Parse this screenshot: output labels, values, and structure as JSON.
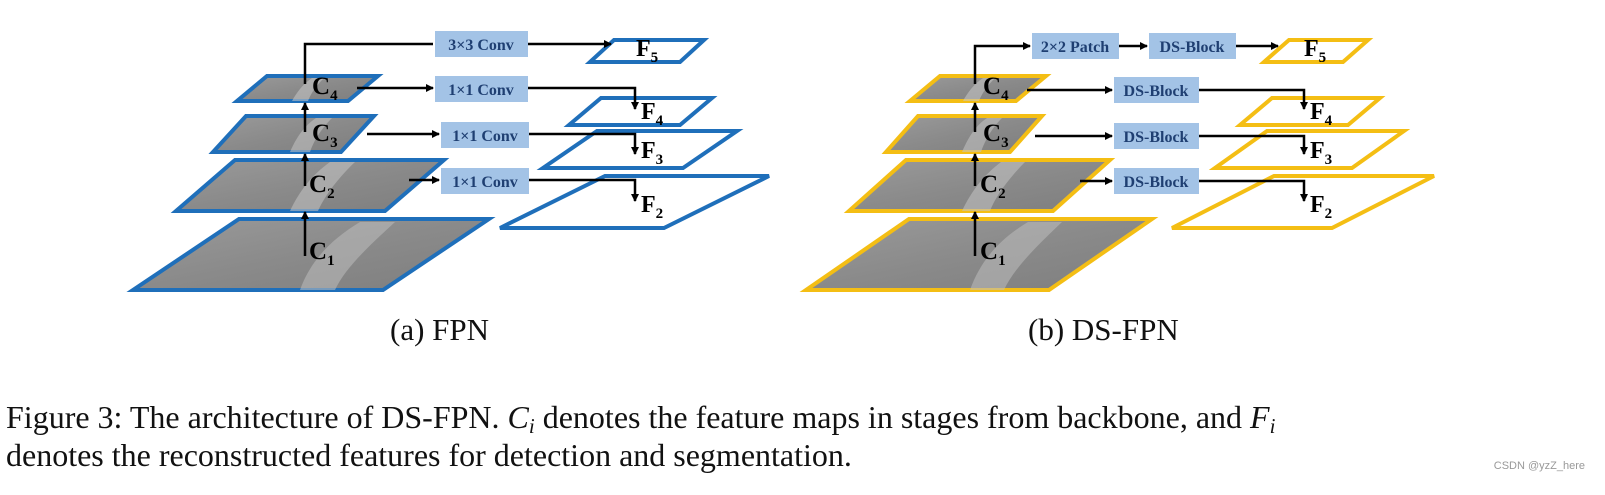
{
  "colors": {
    "fpn_border": "#1f6fba",
    "dsfpn_border": "#f4be14",
    "box_fill": "#a3c3e6",
    "box_text": "#1f3f72",
    "map_fill": "#8e8e8e",
    "arrow": "#000000"
  },
  "panel_a": {
    "caption": "(a) FPN",
    "c_labels": [
      {
        "letter": "C",
        "sub": "1"
      },
      {
        "letter": "C",
        "sub": "2"
      },
      {
        "letter": "C",
        "sub": "3"
      },
      {
        "letter": "C",
        "sub": "4"
      }
    ],
    "f_labels": [
      {
        "letter": "F",
        "sub": "2"
      },
      {
        "letter": "F",
        "sub": "3"
      },
      {
        "letter": "F",
        "sub": "4"
      },
      {
        "letter": "F",
        "sub": "5"
      }
    ],
    "boxes": [
      "3×3 Conv",
      "1×1 Conv",
      "1×1 Conv",
      "1×1 Conv"
    ]
  },
  "panel_b": {
    "caption": "(b) DS-FPN",
    "c_labels": [
      {
        "letter": "C",
        "sub": "1"
      },
      {
        "letter": "C",
        "sub": "2"
      },
      {
        "letter": "C",
        "sub": "3"
      },
      {
        "letter": "C",
        "sub": "4"
      }
    ],
    "f_labels": [
      {
        "letter": "F",
        "sub": "2"
      },
      {
        "letter": "F",
        "sub": "3"
      },
      {
        "letter": "F",
        "sub": "4"
      },
      {
        "letter": "F",
        "sub": "5"
      }
    ],
    "boxes": [
      "2×2 Patch",
      "DS-Block",
      "DS-Block",
      "DS-Block",
      "DS-Block"
    ]
  },
  "caption": {
    "prefix": "Figure 3: The architecture of DS-FPN. ",
    "sym1": "C",
    "sym1_sub": "i",
    "mid": " denotes the feature maps in stages from backbone, and ",
    "sym2": "F",
    "sym2_sub": "i",
    "line2": "denotes the reconstructed features for detection and segmentation."
  },
  "watermark": "CSDN @yzZ_here"
}
